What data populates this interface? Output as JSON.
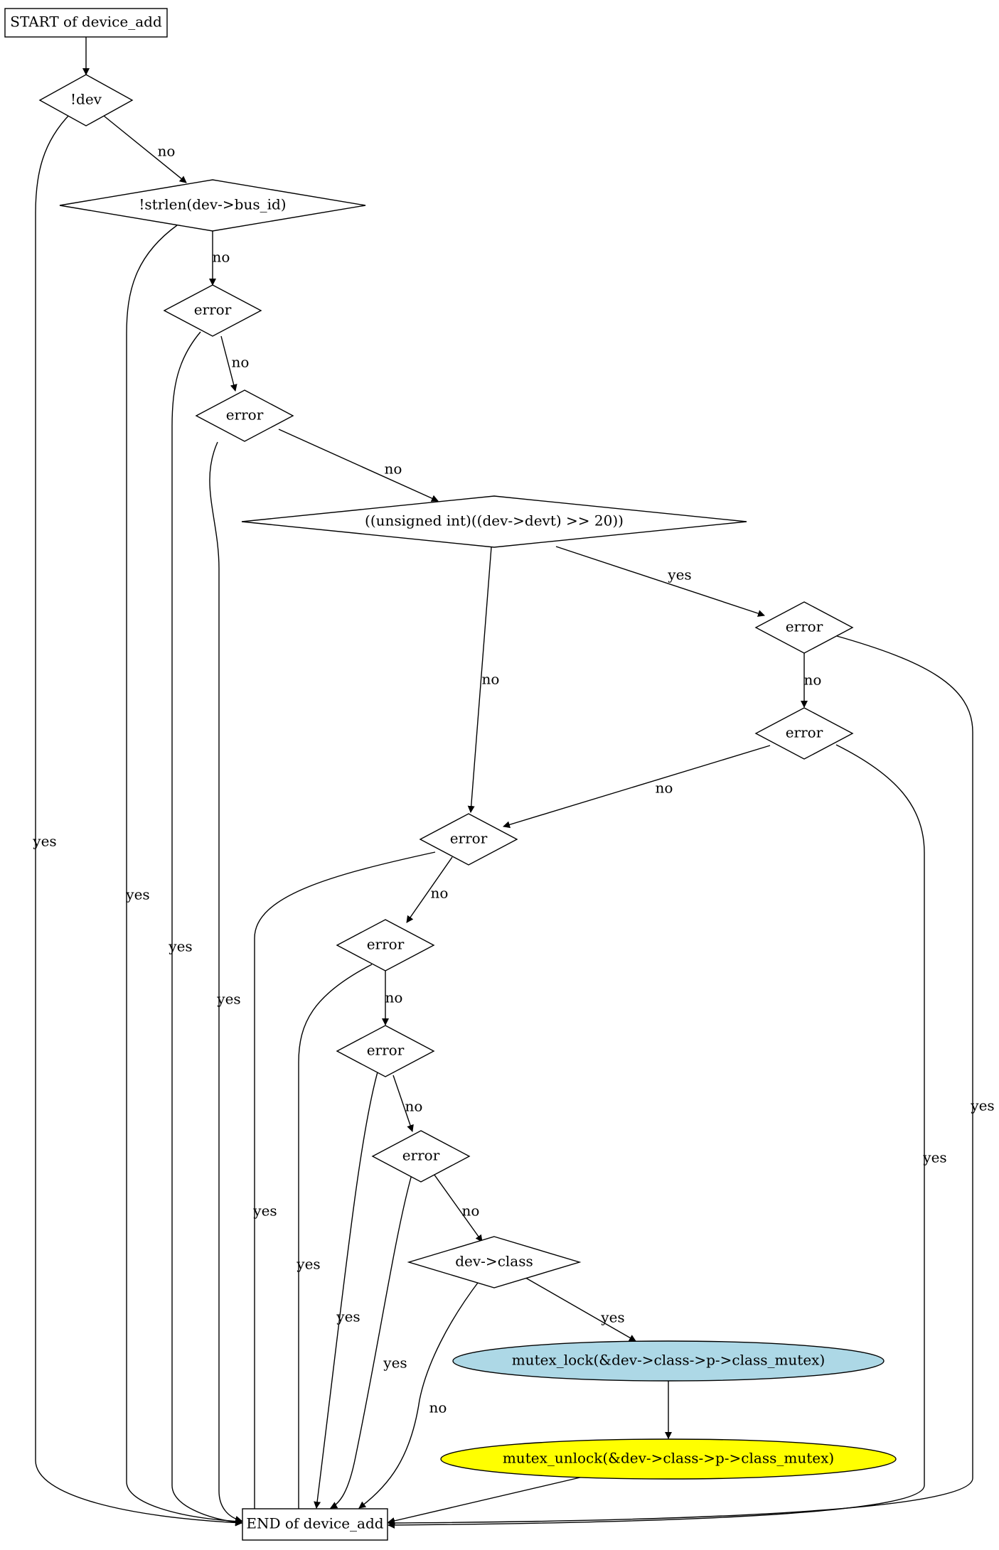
{
  "diagram": {
    "nodes": [
      {
        "id": "start",
        "label": "START of device_add",
        "shape": "rect",
        "fill": "#ffffff"
      },
      {
        "id": "d_dev",
        "label": "!dev",
        "shape": "diamond",
        "fill": "#ffffff"
      },
      {
        "id": "d_strlen",
        "label": "!strlen(dev->bus_id)",
        "shape": "diamond",
        "fill": "#ffffff"
      },
      {
        "id": "d_err1",
        "label": "error",
        "shape": "diamond",
        "fill": "#ffffff"
      },
      {
        "id": "d_err2",
        "label": "error",
        "shape": "diamond",
        "fill": "#ffffff"
      },
      {
        "id": "d_major",
        "label": "((unsigned int)((dev->devt) >> 20))",
        "shape": "diamond",
        "fill": "#ffffff"
      },
      {
        "id": "d_err3",
        "label": "error",
        "shape": "diamond",
        "fill": "#ffffff"
      },
      {
        "id": "d_err4",
        "label": "error",
        "shape": "diamond",
        "fill": "#ffffff"
      },
      {
        "id": "d_err5",
        "label": "error",
        "shape": "diamond",
        "fill": "#ffffff"
      },
      {
        "id": "d_err6",
        "label": "error",
        "shape": "diamond",
        "fill": "#ffffff"
      },
      {
        "id": "d_err7",
        "label": "error",
        "shape": "diamond",
        "fill": "#ffffff"
      },
      {
        "id": "d_err8",
        "label": "error",
        "shape": "diamond",
        "fill": "#ffffff"
      },
      {
        "id": "d_class",
        "label": "dev->class",
        "shape": "diamond",
        "fill": "#ffffff"
      },
      {
        "id": "lock",
        "label": "mutex_lock(&dev->class->p->class_mutex)",
        "shape": "ellipse",
        "fill": "#add8e6"
      },
      {
        "id": "unlock",
        "label": "mutex_unlock(&dev->class->p->class_mutex)",
        "shape": "ellipse",
        "fill": "#ffff00"
      },
      {
        "id": "end",
        "label": "END of device_add",
        "shape": "rect",
        "fill": "#ffffff"
      }
    ],
    "edges": [
      {
        "from": "start",
        "to": "d_dev",
        "label": ""
      },
      {
        "from": "d_dev",
        "to": "d_strlen",
        "label": "no"
      },
      {
        "from": "d_dev",
        "to": "end",
        "label": "yes"
      },
      {
        "from": "d_strlen",
        "to": "d_err1",
        "label": "no"
      },
      {
        "from": "d_strlen",
        "to": "end",
        "label": "yes"
      },
      {
        "from": "d_err1",
        "to": "d_err2",
        "label": "no"
      },
      {
        "from": "d_err1",
        "to": "end",
        "label": "yes"
      },
      {
        "from": "d_err2",
        "to": "d_major",
        "label": "no"
      },
      {
        "from": "d_err2",
        "to": "end",
        "label": "yes"
      },
      {
        "from": "d_major",
        "to": "d_err3",
        "label": "yes"
      },
      {
        "from": "d_major",
        "to": "d_err5",
        "label": "no"
      },
      {
        "from": "d_err3",
        "to": "d_err4",
        "label": "no"
      },
      {
        "from": "d_err3",
        "to": "end",
        "label": "yes"
      },
      {
        "from": "d_err4",
        "to": "d_err5",
        "label": "no"
      },
      {
        "from": "d_err4",
        "to": "end",
        "label": "yes"
      },
      {
        "from": "d_err5",
        "to": "d_err6",
        "label": "no"
      },
      {
        "from": "d_err5",
        "to": "end",
        "label": "yes"
      },
      {
        "from": "d_err6",
        "to": "d_err7",
        "label": "no"
      },
      {
        "from": "d_err6",
        "to": "end",
        "label": "yes"
      },
      {
        "from": "d_err7",
        "to": "d_err8",
        "label": "no"
      },
      {
        "from": "d_err7",
        "to": "end",
        "label": "yes"
      },
      {
        "from": "d_err8",
        "to": "d_class",
        "label": "no"
      },
      {
        "from": "d_err8",
        "to": "end",
        "label": "yes"
      },
      {
        "from": "d_class",
        "to": "lock",
        "label": "yes"
      },
      {
        "from": "d_class",
        "to": "end",
        "label": "no"
      },
      {
        "from": "lock",
        "to": "unlock",
        "label": ""
      },
      {
        "from": "unlock",
        "to": "end",
        "label": ""
      }
    ]
  }
}
